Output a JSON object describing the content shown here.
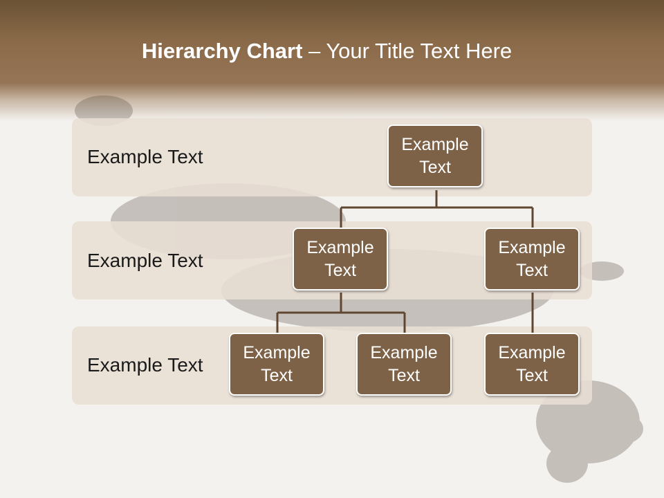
{
  "slide": {
    "title_bold": "Hierarchy Chart",
    "title_rest": " – Your Title Text Here"
  },
  "levels": [
    {
      "label": "Example Text"
    },
    {
      "label": "Example Text"
    },
    {
      "label": "Example Text"
    }
  ],
  "nodes": {
    "root": {
      "line1": "Example",
      "line2": "Text"
    },
    "mid_left": {
      "line1": "Example",
      "line2": "Text"
    },
    "mid_right": {
      "line1": "Example",
      "line2": "Text"
    },
    "leaf_left": {
      "line1": "Example",
      "line2": "Text"
    },
    "leaf_center": {
      "line1": "Example",
      "line2": "Text"
    },
    "leaf_right": {
      "line1": "Example",
      "line2": "Text"
    }
  },
  "colors": {
    "header": "#8a6a48",
    "node_fill": "#7d6247",
    "band_fill": "#e8ded4",
    "connector": "#5e4630"
  }
}
